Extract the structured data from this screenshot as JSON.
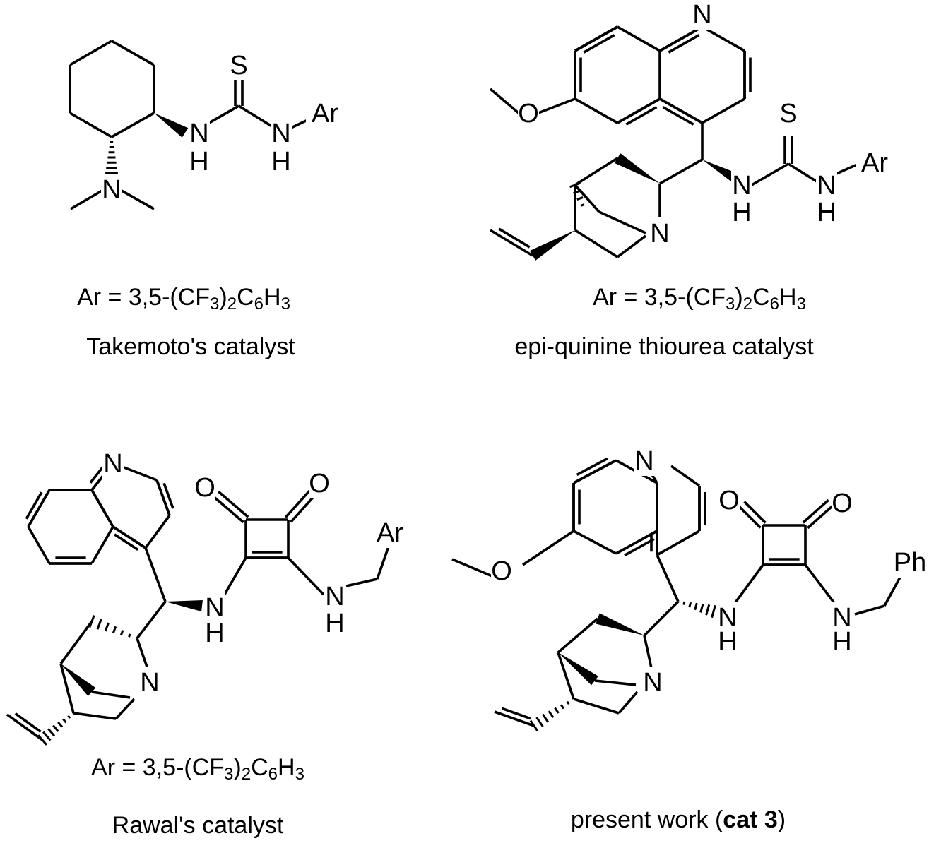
{
  "atoms": {
    "N": "N",
    "S": "S",
    "O": "O",
    "H": "H",
    "Ar": "Ar",
    "Ph": "Ph"
  },
  "formula": {
    "prefix": "Ar = 3,5-(CF",
    "sub1": "3",
    "mid1": ")",
    "sub2": "2",
    "mid2": "C",
    "sub3": "6",
    "mid3": "H",
    "sub4": "3"
  },
  "captions": {
    "takemoto": "Takemoto's catalyst",
    "epi_quinine": "epi-quinine thiourea catalyst",
    "rawal": "Rawal's catalyst",
    "present_prefix": "present work (",
    "present_bold": "cat 3",
    "present_suffix": ")"
  }
}
